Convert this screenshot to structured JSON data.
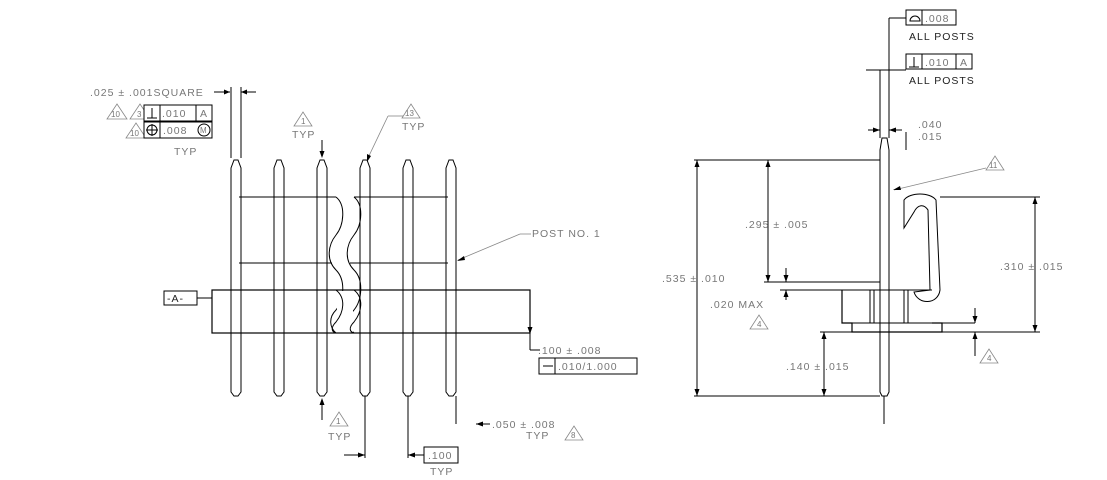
{
  "left_view": {
    "dim_square": ".025 ± .001SQUARE",
    "fcf_perp": {
      "tol": ".010",
      "datum": "A",
      "note_a": "10",
      "note_b": "3"
    },
    "fcf_pos": {
      "tol": ".008",
      "mod": "M",
      "note": "10"
    },
    "fcf_typ": "TYP",
    "note1_top": {
      "num": "1",
      "label": "TYP"
    },
    "note13": {
      "num": "13",
      "label": "TYP"
    },
    "post_label": "POST NO. 1",
    "datum_a": "-A-",
    "dim_100_008": ".100 ± .008",
    "flatness": ".010/1.000",
    "note1_bottom": {
      "num": "1",
      "label": "TYP"
    },
    "dim_050": ".050 ± .008",
    "dim_050_typ": "TYP",
    "note8": "8",
    "pitch": ".100",
    "pitch_typ": "TYP"
  },
  "right_view": {
    "profile_tol": ".008",
    "all_posts_1": "ALL POSTS",
    "perp_tol": ".010",
    "perp_datum": "A",
    "all_posts_2": "ALL POSTS",
    "dim_040": ".040",
    "dim_015": ".015",
    "note11": "11",
    "dim_295": ".295 ± .005",
    "dim_535": ".535 ± .010",
    "dim_310": ".310 ± .015",
    "dim_020": ".020 MAX",
    "note4a": "4",
    "note4b": "4",
    "dim_140": ".140 ± .015"
  }
}
